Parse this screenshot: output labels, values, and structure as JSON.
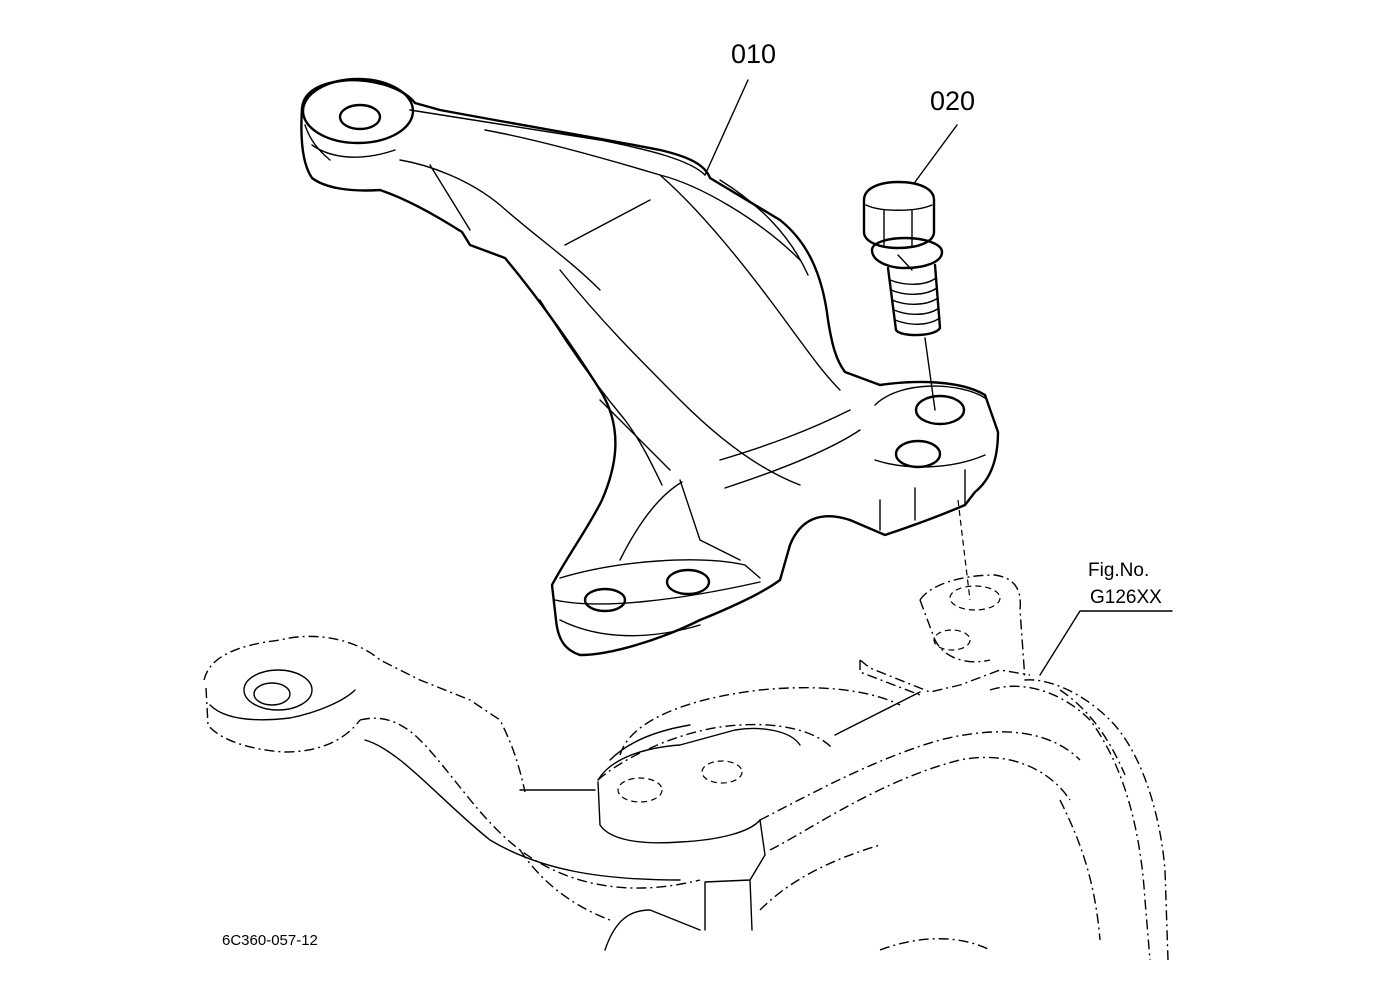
{
  "callouts": {
    "part_010": "010",
    "part_020": "020"
  },
  "figure_ref": {
    "line1": "Fig.No.",
    "line2": "G126XX"
  },
  "drawing_code": "6C360-057-12",
  "colors": {
    "background": "#ffffff",
    "ink": "#000000"
  }
}
